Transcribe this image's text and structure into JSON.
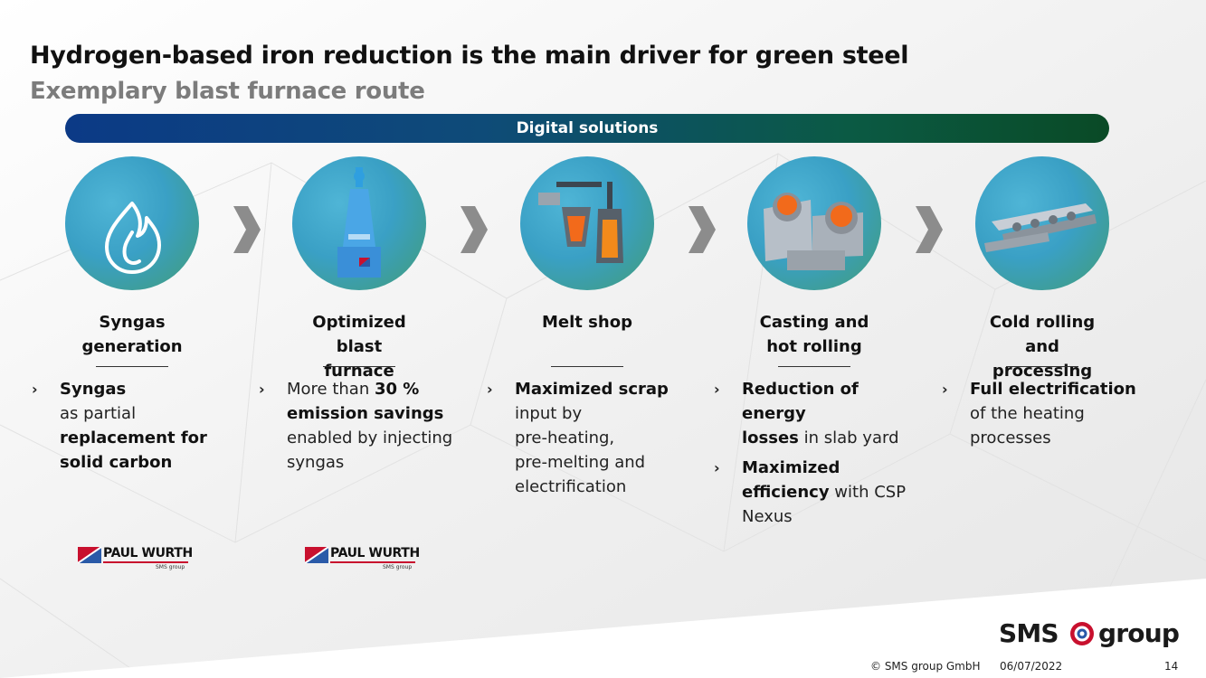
{
  "slide": {
    "title": "Hydrogen-based iron reduction is the main driver for green steel",
    "subtitle": "Exemplary blast furnace route",
    "banner": "Digital solutions"
  },
  "stages": [
    {
      "title": "Syngas\ngeneration",
      "bullets": [
        [
          {
            "t": "Syngas",
            "b": true
          },
          {
            "t": "\nas partial\n"
          },
          {
            "t": "replacement for\nsolid carbon",
            "b": true
          }
        ]
      ],
      "partner": true
    },
    {
      "title": "Optimized blast\nfurnace",
      "bullets": [
        [
          {
            "t": "More than "
          },
          {
            "t": "30 %\nemission savings",
            "b": true
          },
          {
            "t": "\nenabled by injecting\nsyngas"
          }
        ]
      ],
      "partner": true
    },
    {
      "title": "Melt shop",
      "bullets": [
        [
          {
            "t": "Maximized scrap",
            "b": true
          },
          {
            "t": "\ninput by\npre-heating,\npre-melting and\nelectrification"
          }
        ]
      ],
      "partner": false
    },
    {
      "title": "Casting and\nhot rolling",
      "bullets": [
        [
          {
            "t": "Reduction of\nenergy\nlosses",
            "b": true
          },
          {
            "t": " in slab yard"
          }
        ],
        [
          {
            "t": "Maximized\nefficiency",
            "b": true
          },
          {
            "t": " with CSP\nNexus"
          }
        ]
      ],
      "partner": false
    },
    {
      "title": "Cold rolling and\nprocessing",
      "bullets": [
        [
          {
            "t": "Full electrification",
            "b": true
          },
          {
            "t": "\nof the heating\nprocesses"
          }
        ]
      ],
      "partner": false
    }
  ],
  "bullet_marker": "›",
  "chevron_char": "❯",
  "partner": {
    "name": "PAUL WURTH",
    "sub": "SMS group"
  },
  "logo": {
    "left": "SMS",
    "right": "group"
  },
  "footer": {
    "copyright": "© SMS group GmbH",
    "date": "06/07/2022",
    "page": "14"
  },
  "colors": {
    "banner_start": "#0c3a86",
    "banner_end": "#0a4a26",
    "accent_red": "#c8102e",
    "circle_blue": "#3aa0c5",
    "circle_green": "#4f9c71"
  }
}
